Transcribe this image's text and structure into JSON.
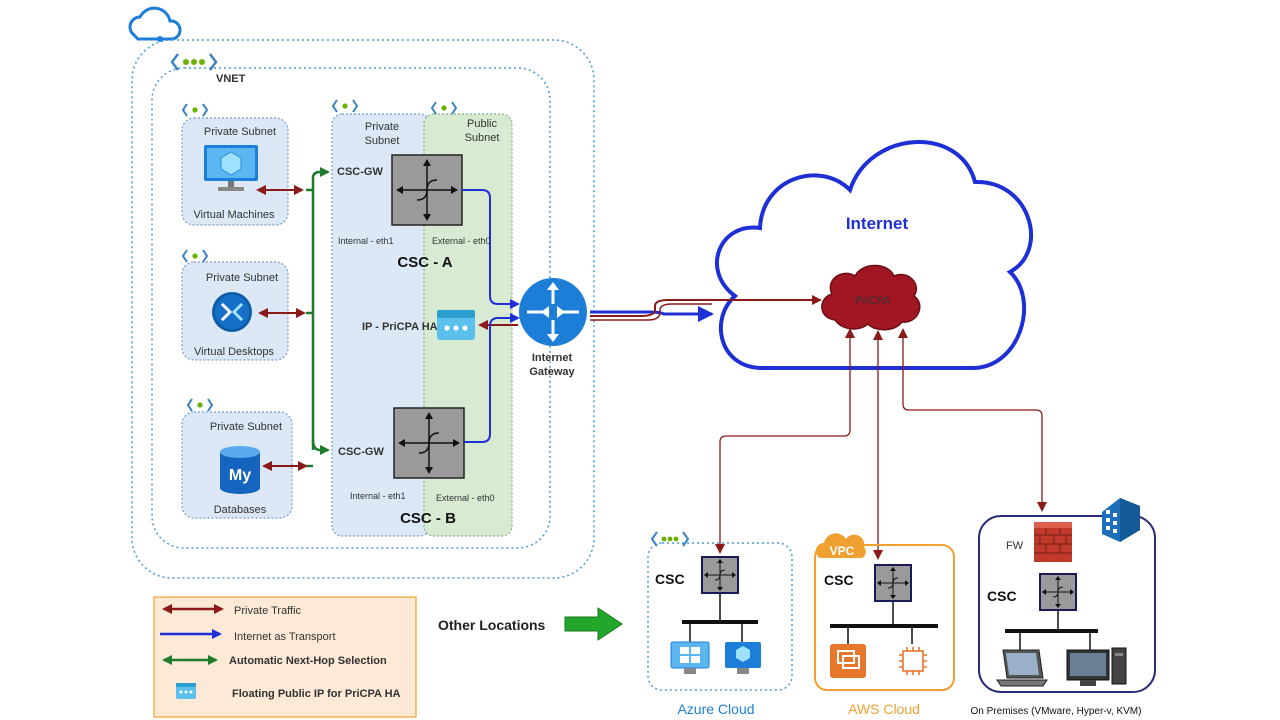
{
  "colors": {
    "private_traffic": "#8B1A1A",
    "internet_transport": "#1F2FD6",
    "next_hop": "#1F7A2E",
    "cloud_outline": "#1F2FD6",
    "vnet_outline": "#4A9BD6",
    "private_subnet_fill": "#DCE8F6",
    "public_subnet_fill": "#D9EAD3",
    "pricpa_fill": "#A01622",
    "aws_orange": "#F0A030",
    "onprem_outline": "#2A2A7A",
    "router_fill": "#9A9A9A"
  },
  "azure_vnet": {
    "vnet_label": "VNET",
    "private_subnets": [
      {
        "title": "Private Subnet",
        "caption": "Virtual Machines",
        "icon": "virtual-machine-icon"
      },
      {
        "title": "Private Subnet",
        "caption": "Virtual Desktops",
        "icon": "remote-desktop-icon"
      },
      {
        "title": "Private Subnet",
        "caption": "Databases",
        "icon": "mysql-database-icon"
      }
    ],
    "inner_private_subnet_label": [
      "Private",
      "Subnet"
    ],
    "inner_public_subnet_label": [
      "Public",
      "Subnet"
    ],
    "csc_a": {
      "name": "CSC - A",
      "gw_label": "CSC-GW",
      "internal": "Internal - eth1",
      "external": "External - eth0"
    },
    "csc_b": {
      "name": "CSC - B",
      "gw_label": "CSC-GW",
      "internal": "Internal - eth1",
      "external": "External - eth0"
    },
    "floating_ip_label": "IP - PriCPA HA",
    "gateway_label": [
      "Internet",
      "Gateway"
    ]
  },
  "internet": {
    "label": "Internet",
    "pricpa_label": "PriCPA"
  },
  "locations": {
    "other_locations_label": "Other Locations",
    "azure_cloud": {
      "caption": "Azure Cloud",
      "csc_label": "CSC"
    },
    "aws_cloud": {
      "caption": "AWS Cloud",
      "csc_label": "CSC",
      "badge": "VPC"
    },
    "on_prem": {
      "caption": "On Premises (VMware, Hyper-v, KVM)",
      "csc_label": "CSC",
      "fw_label": "FW"
    }
  },
  "legend": {
    "items": [
      {
        "label": "Private Traffic"
      },
      {
        "label": "Internet as Transport"
      },
      {
        "label": "Automatic Next-Hop Selection"
      },
      {
        "label": "Floating Public IP for PriCPA HA"
      }
    ]
  }
}
